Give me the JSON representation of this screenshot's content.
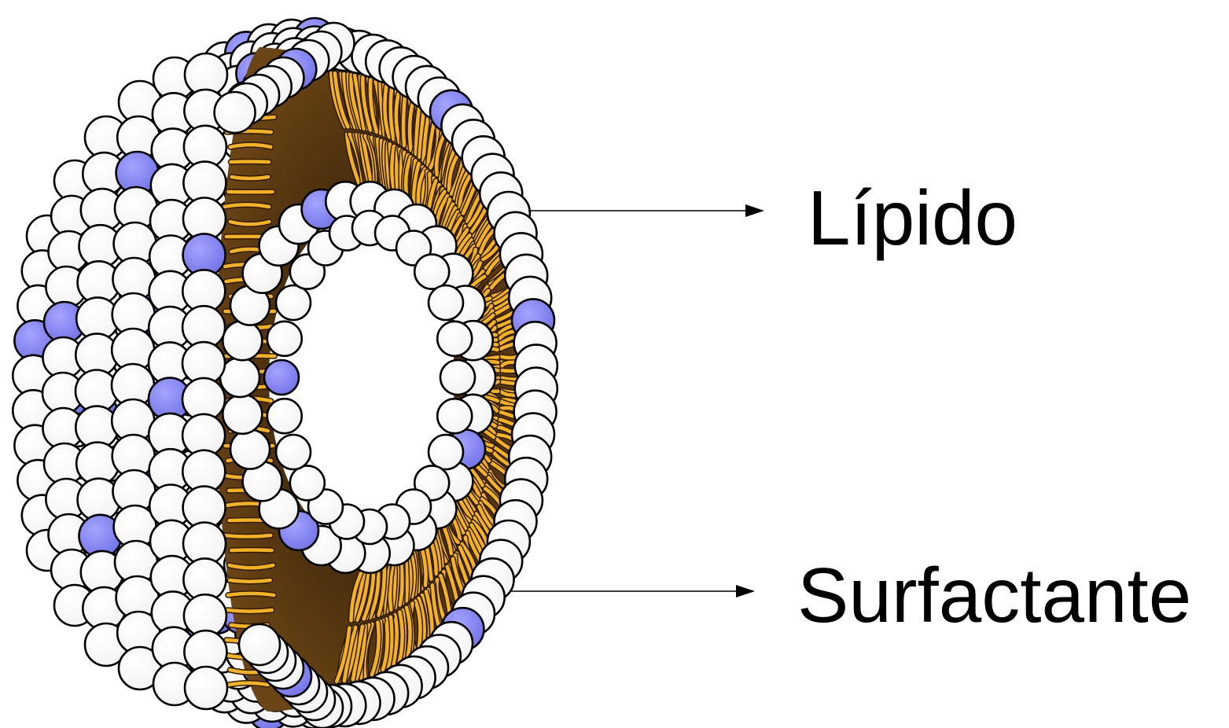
{
  "labels": {
    "lipid": "Lípido",
    "surfactant": "Surfactante"
  },
  "colors": {
    "background": "#ffffff",
    "lipid_head": "#ffffff",
    "surfactant_head": "#8080f0",
    "outline": "#000000",
    "tail": "#f5b21a",
    "core": "#5a3a12",
    "arrow": "#000000"
  },
  "icons": {
    "structure": "lipid-vesicle-cross-section-illustration",
    "arrow": "right-arrow-icon"
  }
}
